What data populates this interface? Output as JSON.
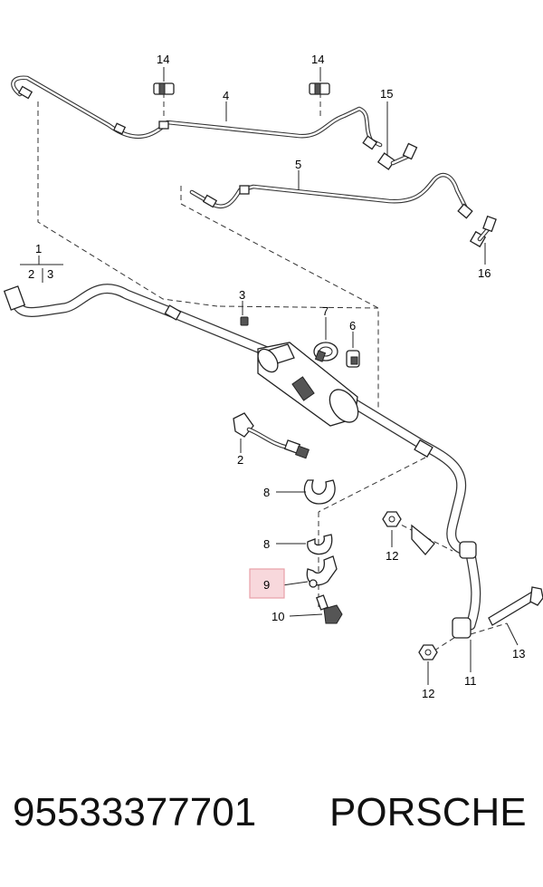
{
  "diagram": {
    "callouts": {
      "p1": "1",
      "p2": "2",
      "p3": "3",
      "p4": "4",
      "p5": "5",
      "p6": "6",
      "p7": "7",
      "p8a": "8",
      "p8b": "8",
      "p9": "9",
      "p10": "10",
      "p11": "11",
      "p12a": "12",
      "p12b": "12",
      "p13": "13",
      "p14a": "14",
      "p14b": "14",
      "p15": "15",
      "p16": "16",
      "sub2": "2",
      "sub3": "3"
    },
    "highlight_color": "#e8a0a8"
  },
  "footer": {
    "part_number": "95533377701",
    "brand": "PORSCHE"
  }
}
